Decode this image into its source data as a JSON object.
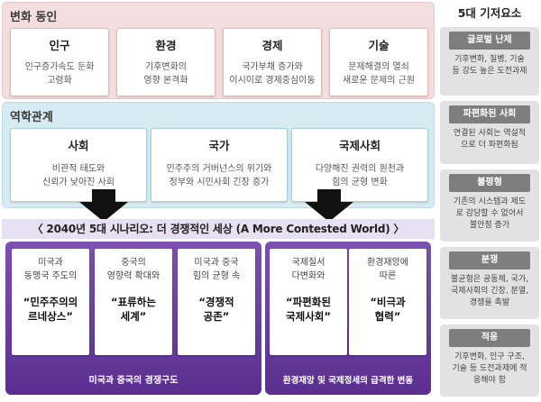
{
  "drivers": {
    "label": "변화 동인",
    "items": [
      {
        "title": "인구",
        "line1": "인구증가속도 둔화",
        "line2": "고령화"
      },
      {
        "title": "환경",
        "line1": "기후변화의",
        "line2": "영향 본격화"
      },
      {
        "title": "경제",
        "line1": "국가부채 증가와",
        "line2": "이시이로 경제중심이동"
      },
      {
        "title": "기술",
        "line1": "문제해결의 열쇠",
        "line2": "새로운 문제의 근원"
      }
    ]
  },
  "dynamics": {
    "label": "역학관계",
    "items": [
      {
        "title": "사회",
        "line1": "비관적 태도와",
        "line2": "신뢰가 낮아진 사회"
      },
      {
        "title": "국가",
        "line1": "민주주의 거버넌스의 위기와",
        "line2": "정부와 시민사회 긴장 증가"
      },
      {
        "title": "국제사회",
        "line1": "다양해진 권력의 원천과",
        "line2": "힘의 균형 변화"
      }
    ]
  },
  "scenarios": {
    "title": "〈 2040년 5대 시나리오: 더 경쟁적인 세상 (A More Contested World) 〉",
    "panel_left_footer": "미국과 중국의 경쟁구도",
    "panel_right_footer": "환경재앙 및 국제정세의 급격한 변동",
    "cards": [
      {
        "desc1": "미국과",
        "desc2": "동맹국 주도의",
        "name1": "“민주주의의",
        "name2": "르네상스”"
      },
      {
        "desc1": "중국의",
        "desc2": "영향력 확대와",
        "name1": "“표류하는",
        "name2": "세계”"
      },
      {
        "desc1": "미국과 중국",
        "desc2": "힘의 균형 속",
        "name1": "“경쟁적",
        "name2": "공존”"
      },
      {
        "desc1": "국제질서",
        "desc2": "다변화와",
        "name1": "“파편화된",
        "name2": "국제사회”"
      },
      {
        "desc1": "환경재앙에",
        "desc2": "따른",
        "name1": "“비극과",
        "name2": "협력”"
      }
    ]
  },
  "sidebar": {
    "title": "5대 기저요소",
    "items": [
      {
        "head": "글로벌 난제",
        "line1": "기후변화, 질병, 기술",
        "line2": "등 강도 높은 도전과제",
        "line3": ""
      },
      {
        "head": "파편화된 사회",
        "line1": "연결된 사회는 역설적",
        "line2": "으로 더 파편화됨",
        "line3": ""
      },
      {
        "head": "불평형",
        "line1": "기존의 시스템과 제도",
        "line2": "로 감당할 수 없어서",
        "line3": "불안정 증가"
      },
      {
        "head": "분쟁",
        "line1": "불균형은 공동체, 국가,",
        "line2": "국제사회의 긴장, 분열,",
        "line3": "경쟁을 촉발"
      },
      {
        "head": "적응",
        "line1": "기후변화, 인구 구조,",
        "line2": "기술 등 도전과제에 적",
        "line3": "응해야 함"
      }
    ]
  },
  "colors": {
    "drivers_bg": "#f3dede",
    "dynamics_bg": "#d6ebf2",
    "scenario_panel": "#6a3fa0",
    "sidebar_head": "#7e7e7e"
  }
}
